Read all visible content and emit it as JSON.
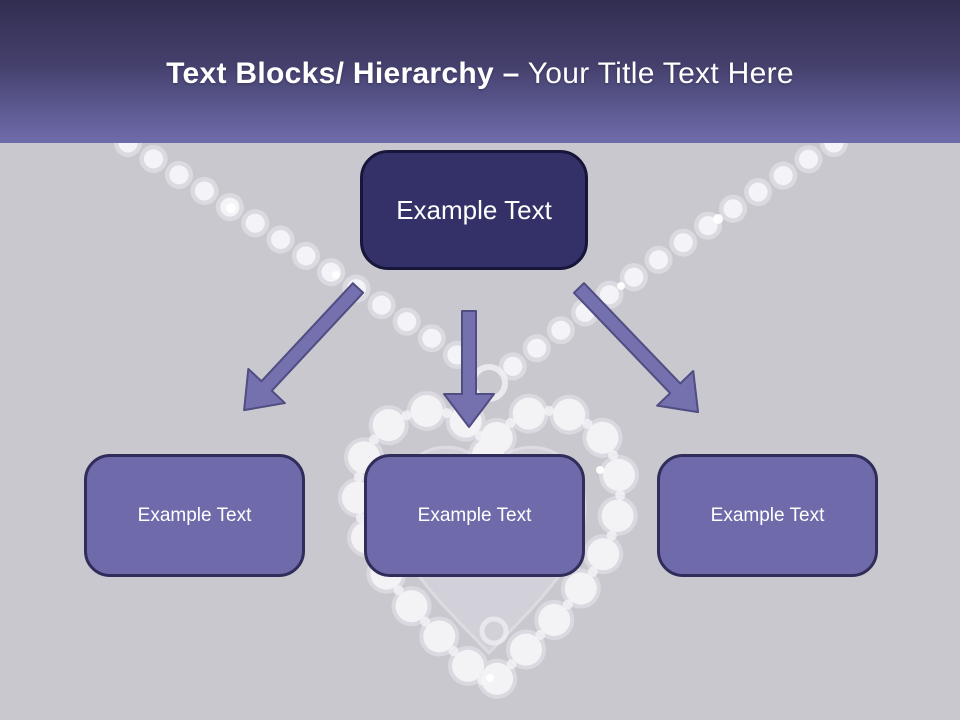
{
  "header": {
    "title_bold": "Text Blocks/ Hierarchy –",
    "title_regular": "Your Title Text Here"
  },
  "diagram": {
    "root": {
      "label": "Example Text"
    },
    "children": [
      {
        "label": "Example Text"
      },
      {
        "label": "Example Text"
      },
      {
        "label": "Example Text"
      }
    ]
  },
  "colors": {
    "header_gradient_top": "#322e51",
    "header_gradient_bottom": "#6f6cac",
    "slide_background": "#c9c8ce",
    "root_box_fill": "#333168",
    "root_box_border": "#17163a",
    "child_box_fill": "#6f6bab",
    "child_box_border": "#302d5a",
    "arrow_fill": "#7471ae",
    "arrow_border": "#504d83",
    "text_color": "#ffffff"
  }
}
